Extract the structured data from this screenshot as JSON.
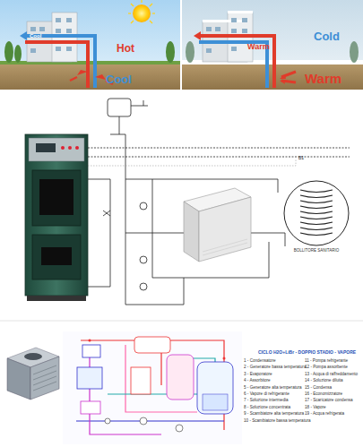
{
  "diagram": {
    "nodes": [
      {
        "text": [
          "BOLLITORE SANITARIO"
        ]
      }
    ],
    "labels": [
      "Cool",
      "Hot",
      "Cool",
      "Warm",
      "Cold",
      "Warm",
      "B1",
      "CICLO H2O+LiBr - DOPPIO STADIO - VAPORE",
      "1 - Condensatore",
      "2 - Generatore bassa temperatura",
      "3 - Evaporatore",
      "4 - Assorbitore",
      "5 - Generatore alta temperatura",
      "6 - Vapore di refrigerante",
      "7 - Soluzione intermedia",
      "8 - Soluzione concentrata",
      "9 - Scambiatore alta temperatura",
      "10 - Scambiatore bassa temperatura",
      "11 - Pompa refrigerante",
      "12 - Pompa assorbente",
      "13 - Acqua di raffreddamento",
      "14 - Soluzione diluita",
      "15 - Condensa",
      "16 - Economizzatore",
      "17 - Scaricatore condensa",
      "18 - Vapore",
      "19 - Acqua refrigerata"
    ]
  }
}
